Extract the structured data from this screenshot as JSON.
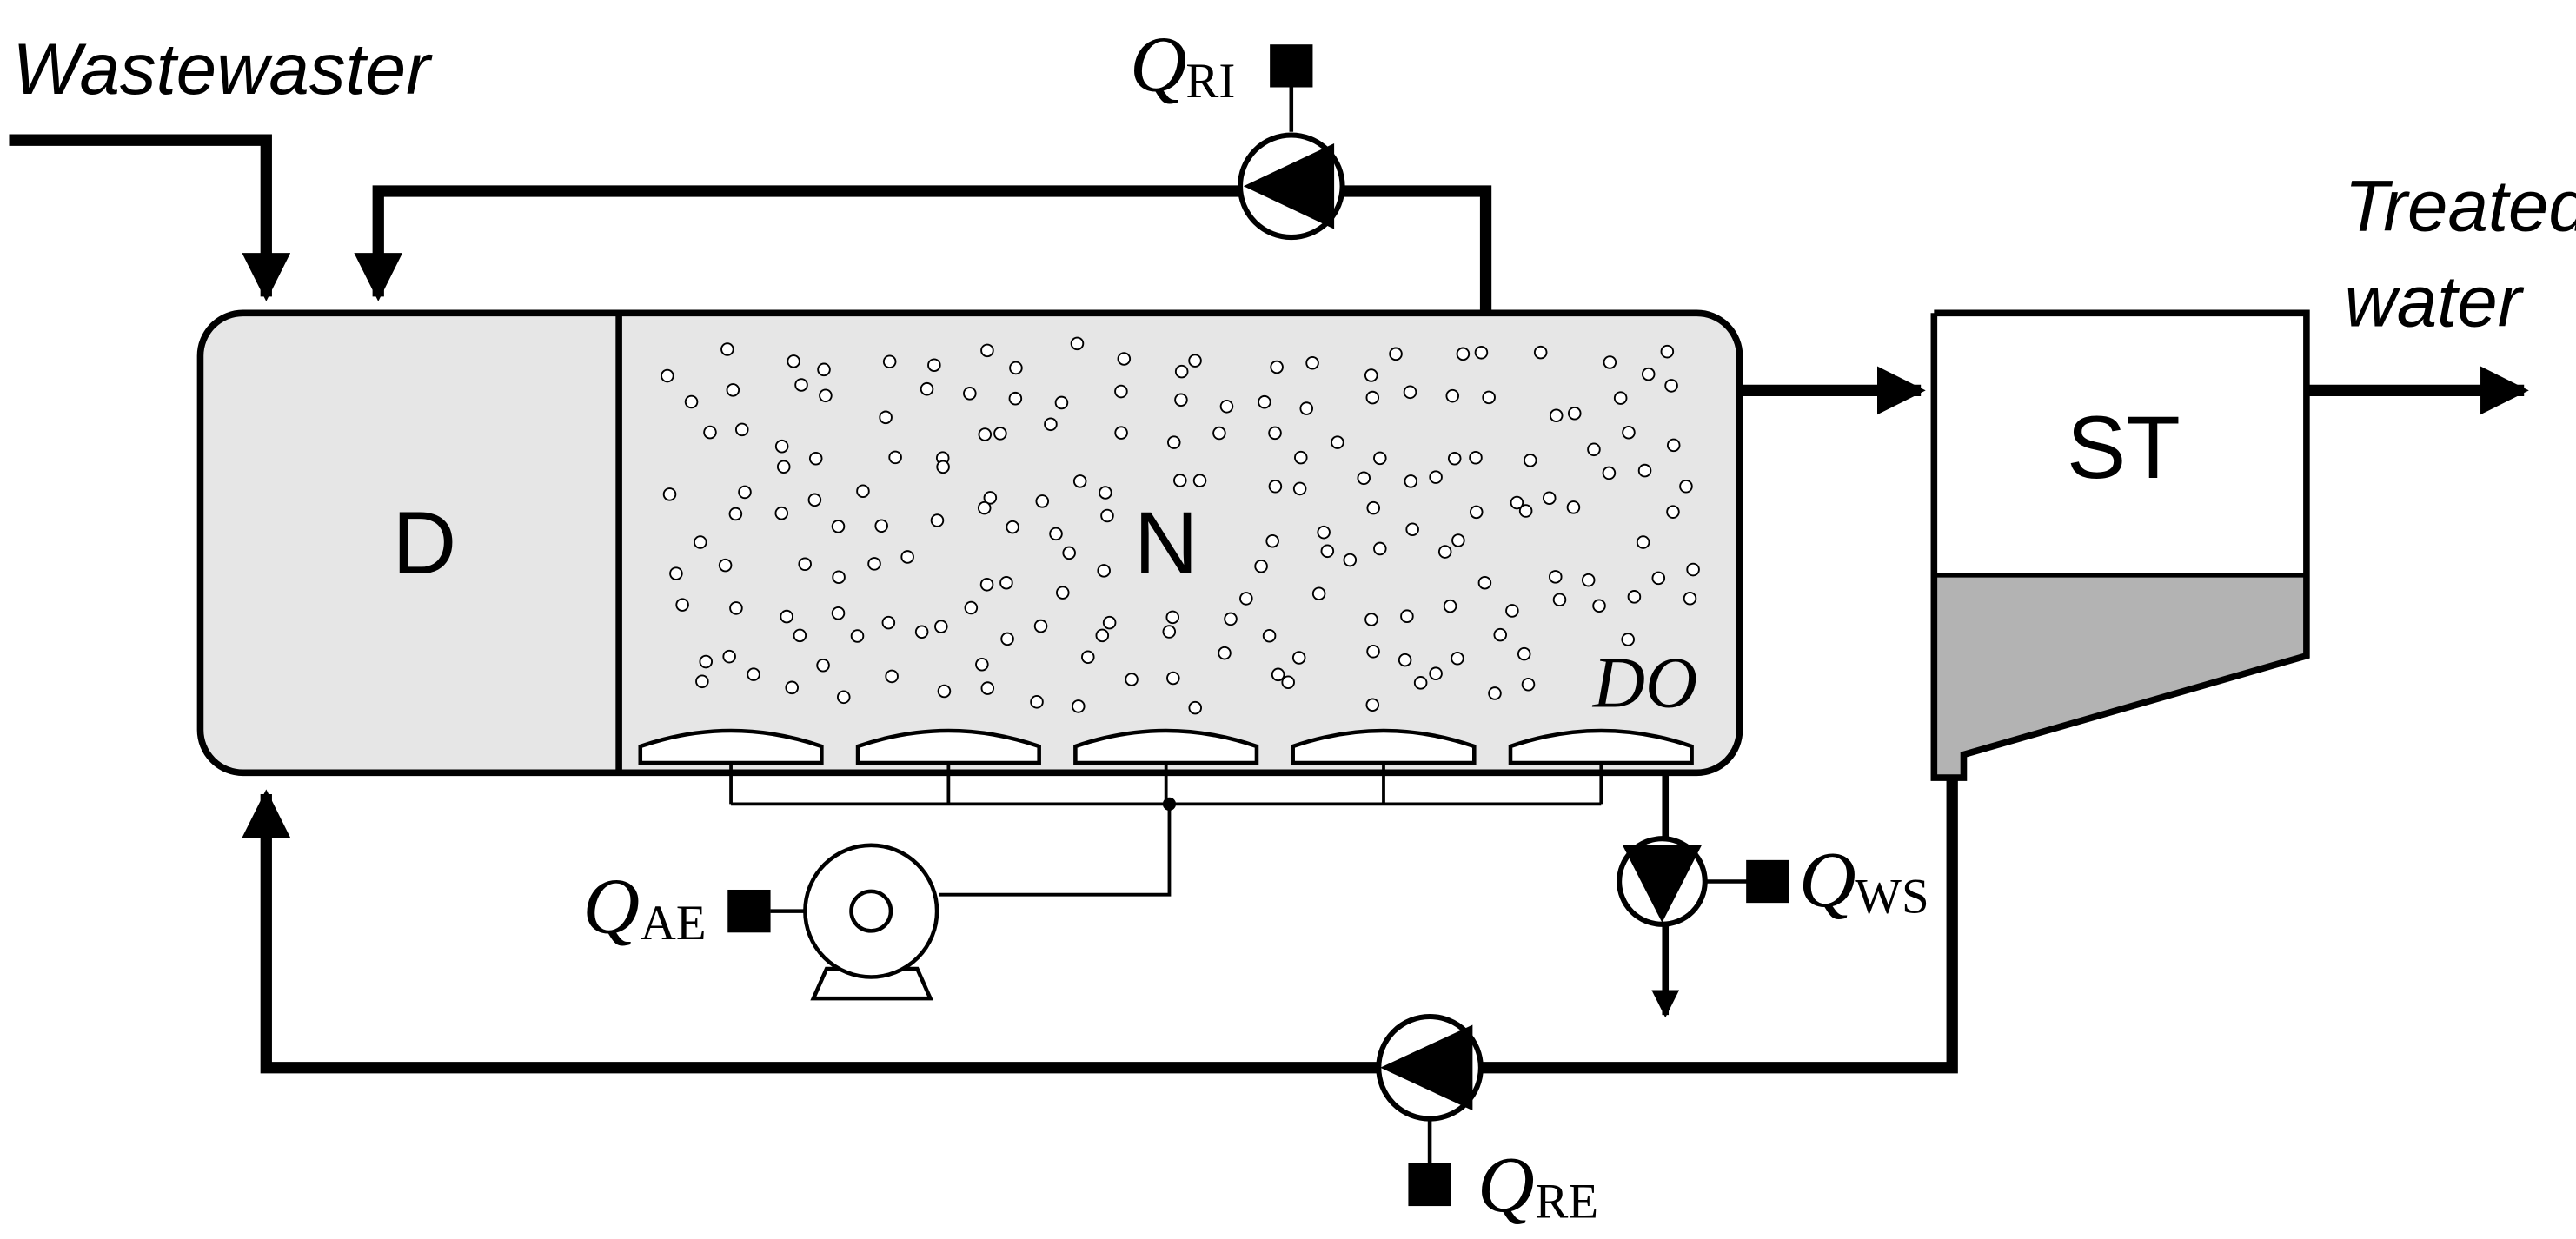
{
  "labels": {
    "wastewater": "Wastewaster",
    "treated_line1": "Treated",
    "treated_line2": "water",
    "denitrification": "D",
    "nitrification": "N",
    "settler": "ST",
    "do": "DO",
    "q_ri_main": "Q",
    "q_ri_sub": "RI",
    "q_ae_main": "Q",
    "q_ae_sub": "AE",
    "q_ws_main": "Q",
    "q_ws_sub": "WS",
    "q_re_main": "Q",
    "q_re_sub": "RE"
  },
  "colors": {
    "line": "#000000",
    "tank_fill": "#e6e6e6",
    "sludge_fill": "#b3b3b3",
    "background": "#ffffff"
  }
}
